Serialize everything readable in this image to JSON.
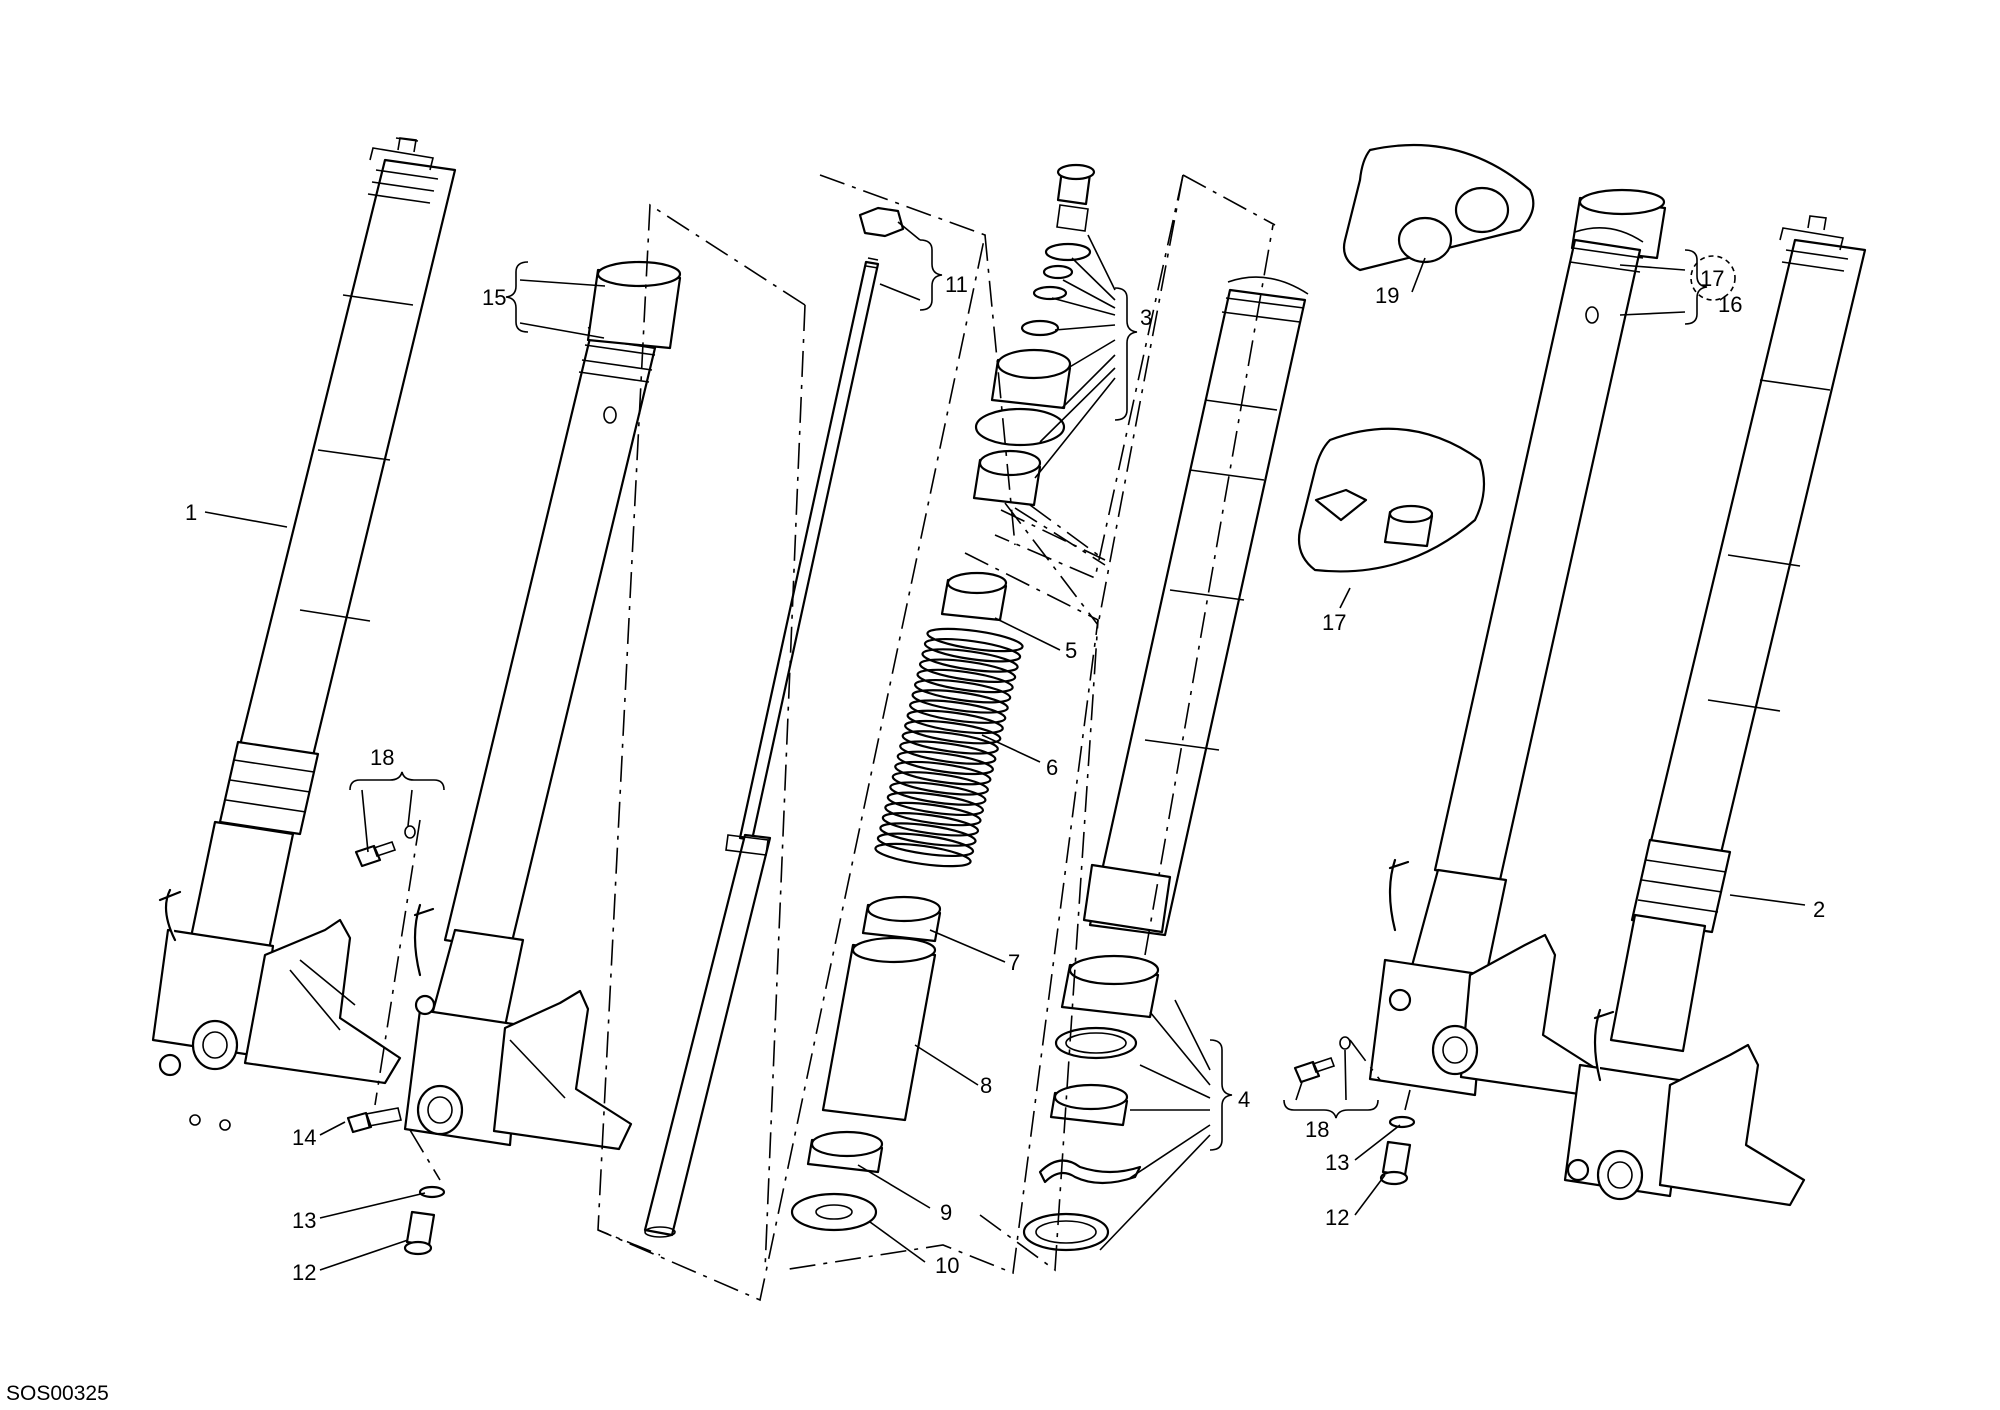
{
  "drawing": {
    "code": "SOS00325",
    "callouts": [
      "1",
      "2",
      "3",
      "4",
      "5",
      "6",
      "7",
      "8",
      "9",
      "10",
      "11",
      "12",
      "12",
      "13",
      "13",
      "14",
      "15",
      "16",
      "17",
      "17",
      "18",
      "18",
      "19"
    ]
  },
  "colors": {
    "line": "#000000",
    "paper": "#ffffff"
  }
}
